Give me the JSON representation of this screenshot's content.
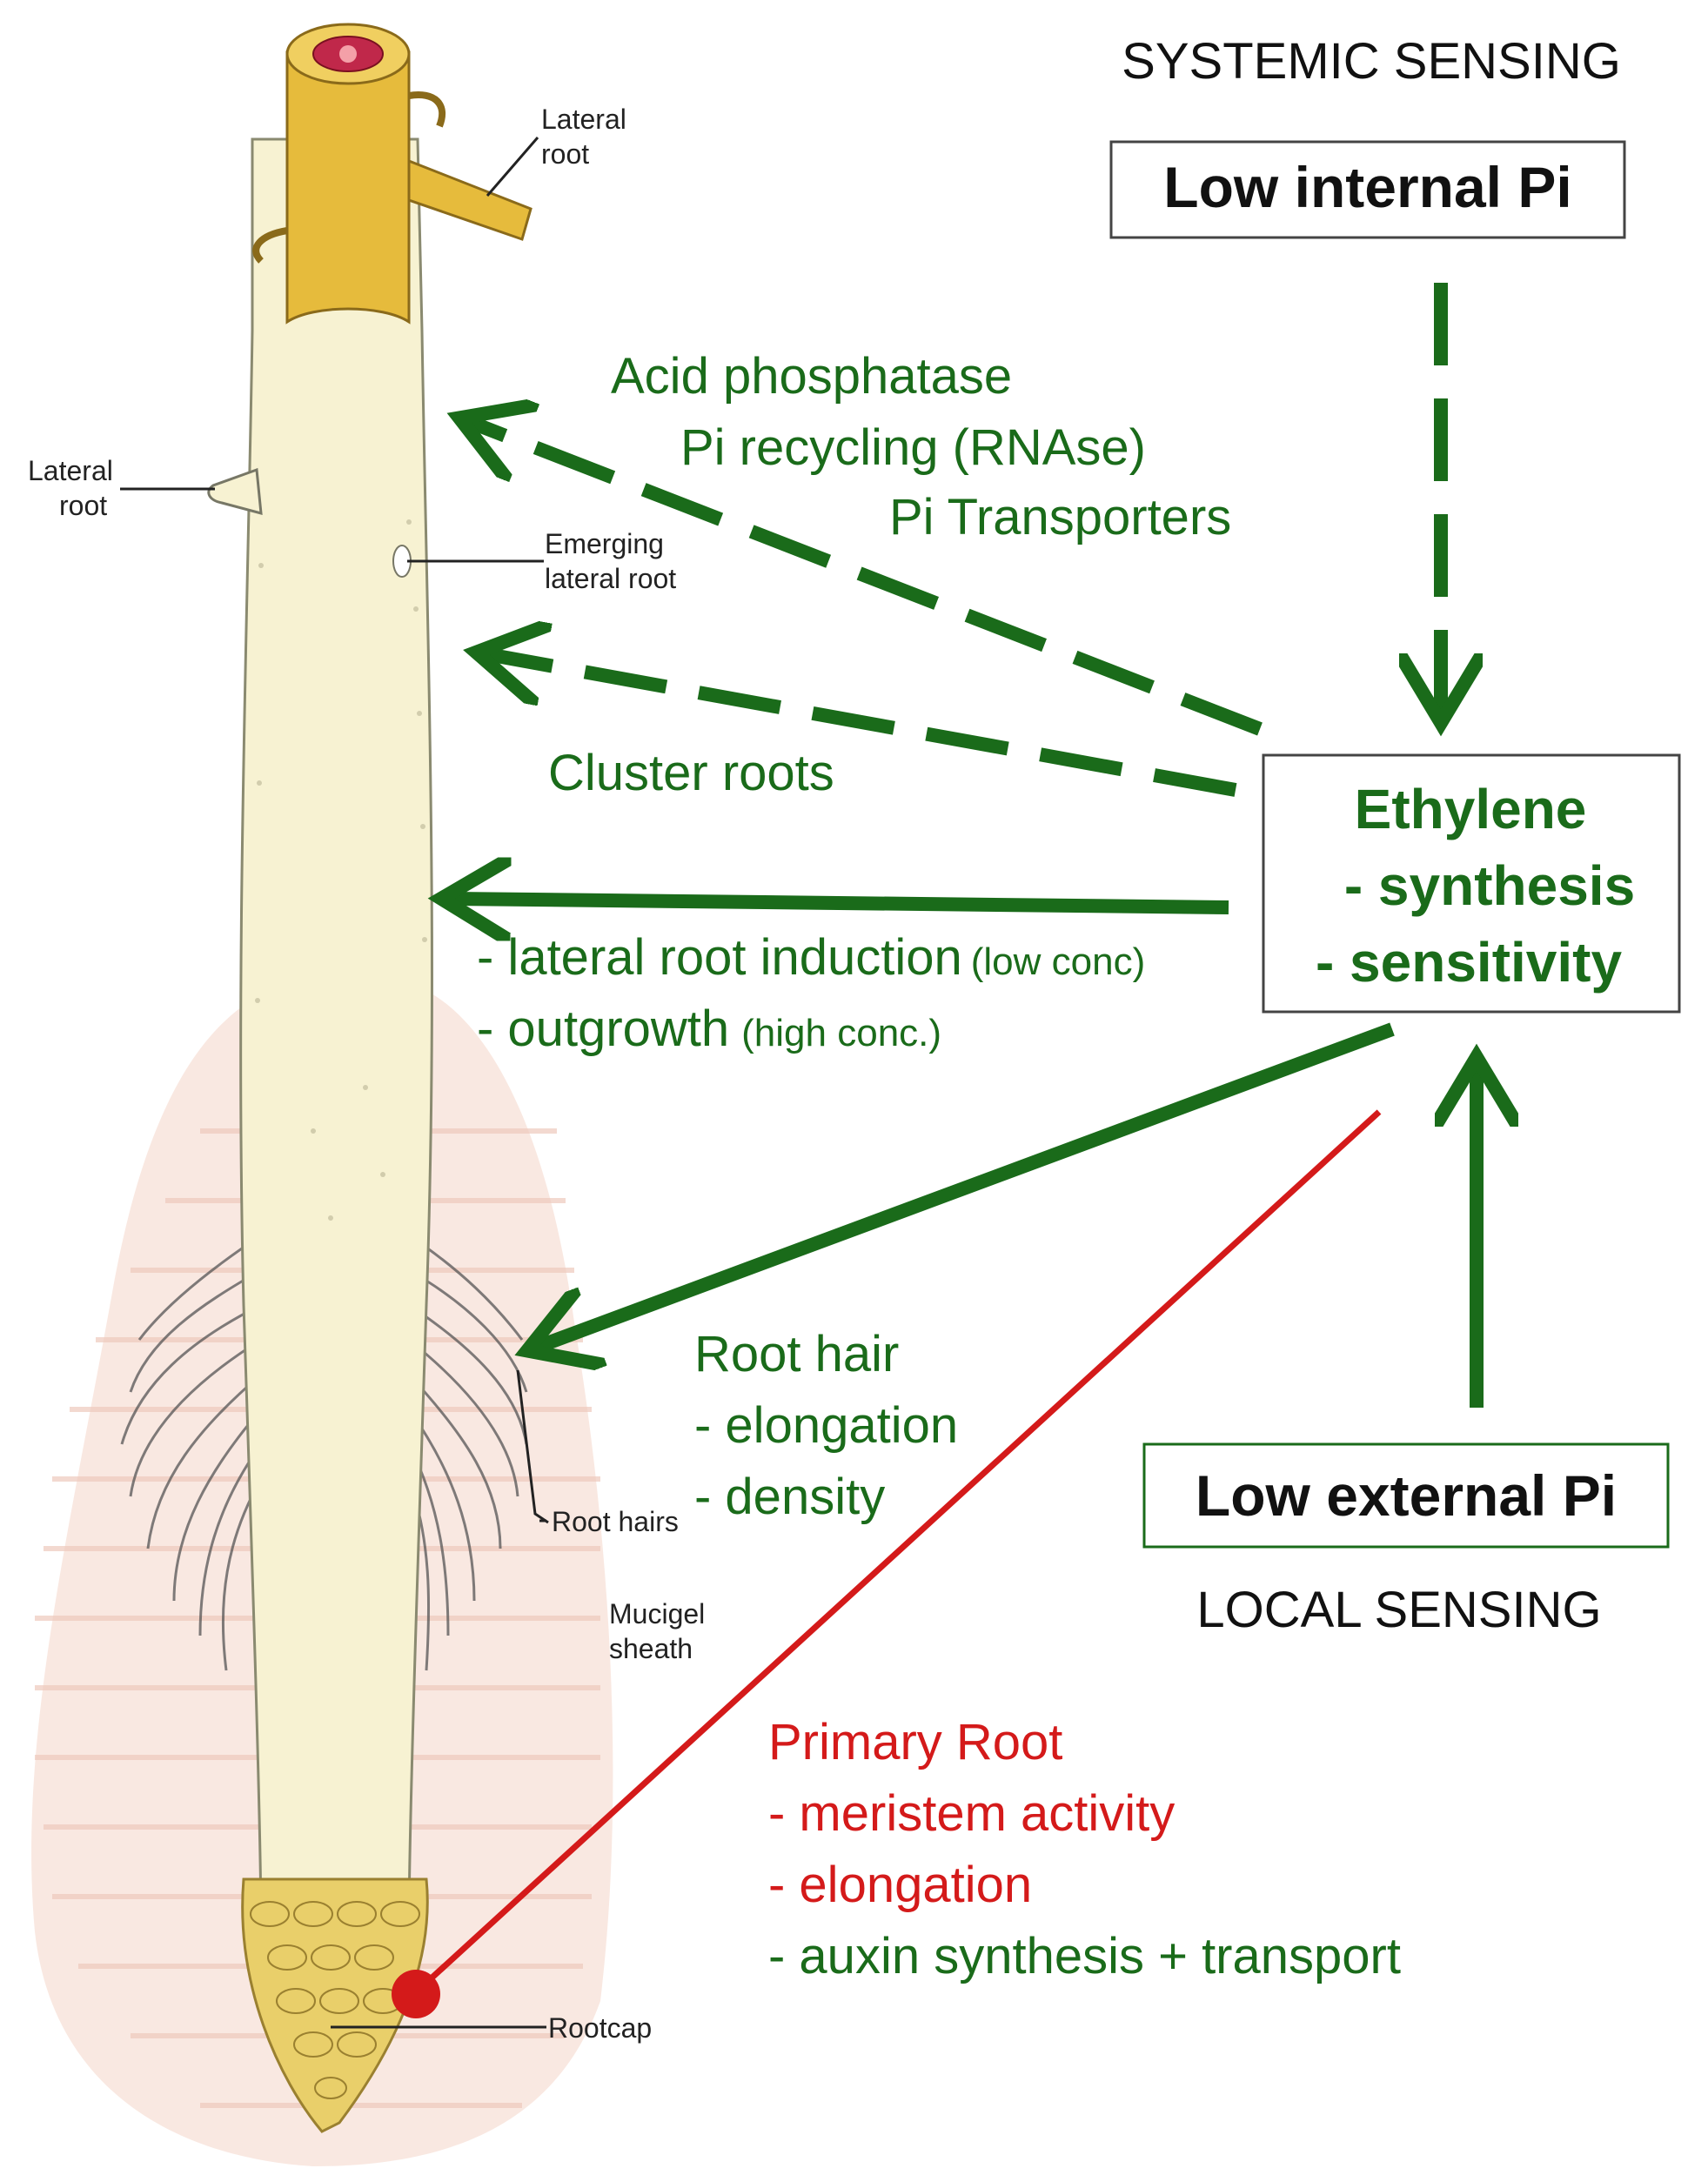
{
  "diagram": {
    "systemic_heading": "SYSTEMIC SENSING",
    "local_heading": "LOCAL SENSING",
    "box_low_internal": "Low internal Pi",
    "box_low_external": "Low external Pi",
    "box_ethylene": {
      "line1": "Ethylene",
      "line2": "- synthesis",
      "line3": "- sensitivity"
    },
    "responses": {
      "acid_phosphatase": "Acid phosphatase",
      "pi_recycling": "Pi recycling (RNAse)",
      "pi_transporters": "Pi Transporters",
      "cluster_roots": "Cluster roots",
      "lateral_induction": "- lateral root induction",
      "lateral_induction_note": "(low conc)",
      "outgrowth": "- outgrowth",
      "outgrowth_note": "(high conc.)",
      "root_hair_title": "Root hair",
      "root_hair_elongation": "- elongation",
      "root_hair_density": "- density",
      "primary_root_title": "Primary Root",
      "primary_meristem": "- meristem activity",
      "primary_elongation": "- elongation",
      "primary_auxin": "- auxin synthesis +  transport"
    },
    "anatomy_labels": {
      "lateral_root_top_1": "Lateral",
      "lateral_root_top_2": "root",
      "lateral_root_left_1": "Lateral",
      "lateral_root_left_2": "root",
      "emerging_1": "Emerging",
      "emerging_2": "lateral root",
      "root_hairs": "Root hairs",
      "mucigel_1": "Mucigel",
      "mucigel_2": "sheath",
      "rootcap": "Rootcap"
    },
    "colors": {
      "green": "#1a6b1a",
      "red": "#d41a1a",
      "root_fill": "#f7f2d2",
      "root_top": "#e6bb3c",
      "rootcap": "#e9cf6a",
      "halo": "#f8e4dc"
    }
  }
}
